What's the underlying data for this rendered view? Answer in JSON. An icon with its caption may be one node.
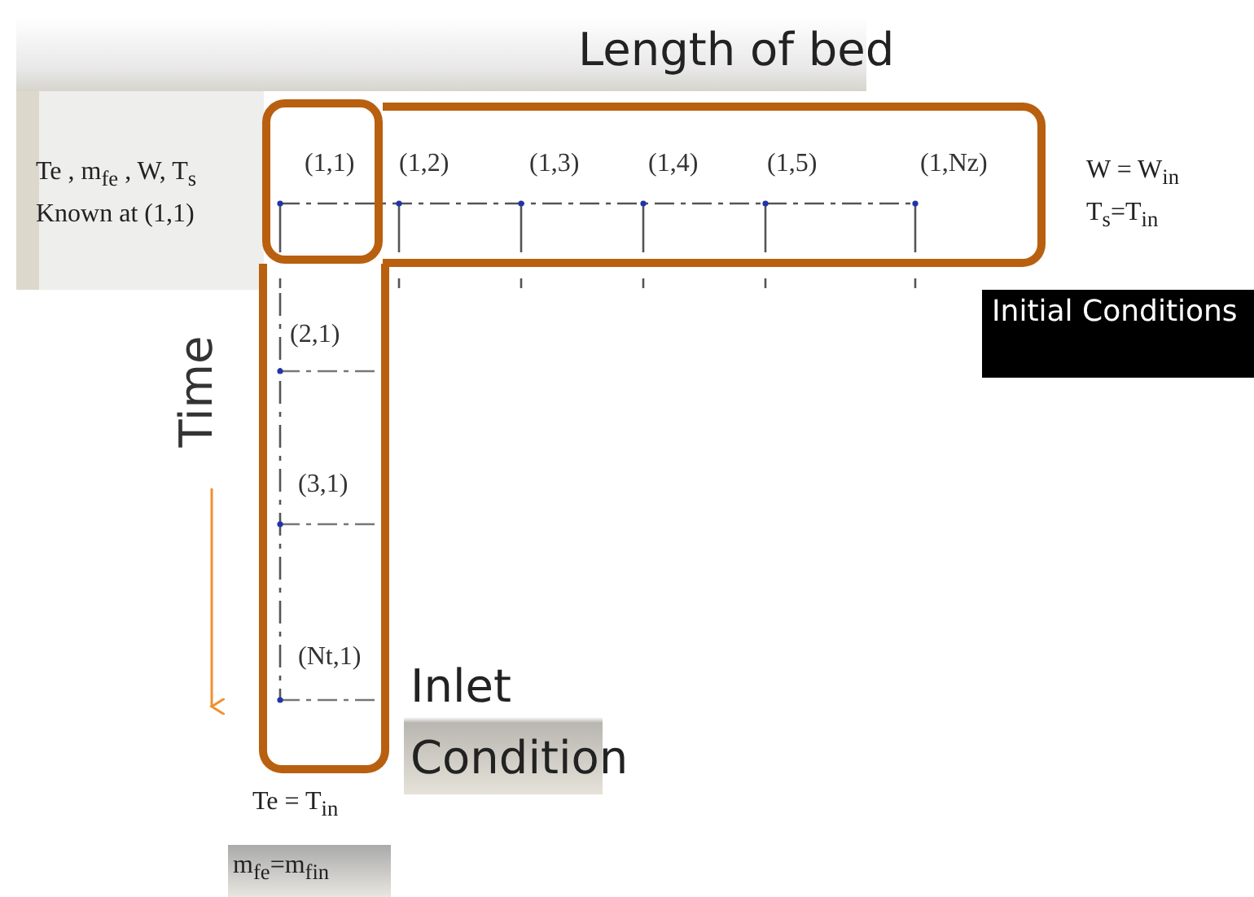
{
  "diagram": {
    "nodes": [
      {
        "text": [
          "(1,1)"
        ]
      },
      {
        "text": [
          "(1,2)",
          "(1,3)",
          "(1,4)",
          "(1,5)",
          "(1,Nz)"
        ]
      },
      {
        "text": [
          "(2,1)",
          "(3,1)",
          "(Nt,1)"
        ]
      }
    ],
    "labels": [
      "Length of bed",
      "Te , m$_{fe}$ , W, T$_{s}$ Known at (1,1)",
      "W = W$_{in}$",
      "T$_{s}$=T$_{in}$",
      "Initial Conditions",
      "Time",
      "Inlet Condition",
      "Te = T$_{in}$",
      "m$_{fe}$=m$_{fin}$"
    ]
  }
}
